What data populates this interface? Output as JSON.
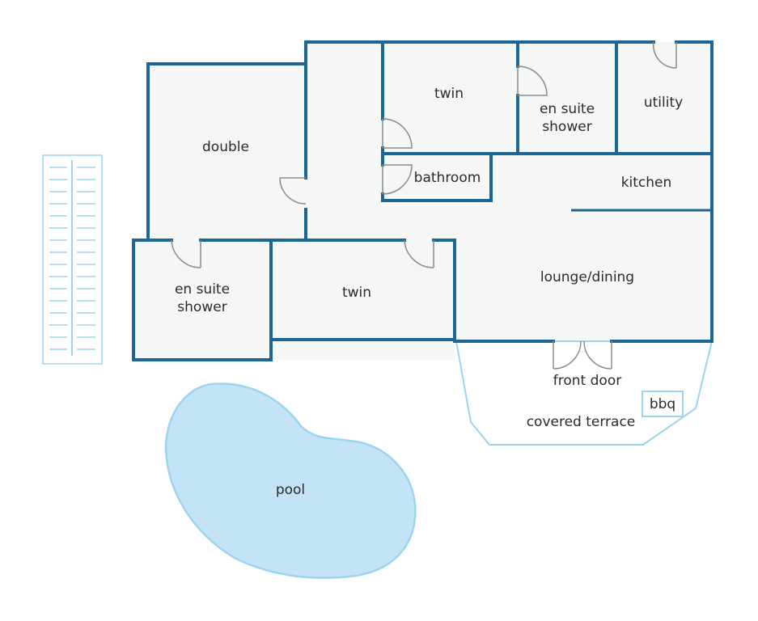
{
  "rooms": {
    "double": "double",
    "twin_upper": "twin",
    "en_suite_upper": [
      "en suite",
      "shower"
    ],
    "utility": "utility",
    "bathroom": "bathroom",
    "kitchen": "kitchen",
    "en_suite_lower": [
      "en suite",
      "shower"
    ],
    "twin_lower": "twin",
    "lounge_dining": "lounge/dining"
  },
  "outdoor": {
    "front_door": "front door",
    "covered_terrace": "covered terrace",
    "bbq": "bbq",
    "pool": "pool"
  },
  "colors": {
    "wall": "#1d6594",
    "floor": "#f5f6f6",
    "outdoor_outline": "#9dd3ef",
    "pool_fill": "#c3e4f7",
    "door_swing": "#8a8a8a"
  }
}
